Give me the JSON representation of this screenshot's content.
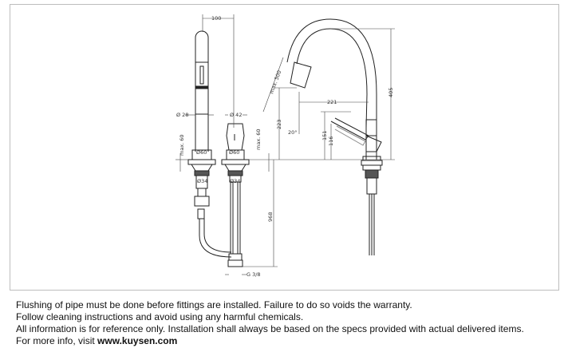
{
  "diagram": {
    "dimensions": {
      "width_100": "100",
      "dia_28": "Ø 28",
      "dia_42": "Ø 42",
      "max_60_left": "max. 60",
      "max_60_right": "max. 60",
      "dia_60_left": "Ø60",
      "dia_60_right": "Ø60",
      "dia_34_left": "Ø34",
      "dia_34_right": "Ø34",
      "hose_968": "968",
      "thread": "G 3/8",
      "max_500": "max. 500",
      "height_223": "223",
      "angle_20": "20°",
      "reach_221": "221",
      "height_151": "151",
      "height_116": "116",
      "height_405": "405"
    }
  },
  "notes": {
    "line1": "Flushing of pipe must be done before fittings are installed. Failure to do so voids the warranty.",
    "line2": "Follow cleaning instructions and avoid using any harmful chemicals.",
    "line3": "All information is for reference only. Installation shall always be based on the specs provided with actual delivered items.",
    "line4_prefix": "For more info, visit ",
    "line4_link": "www.kuysen.com"
  }
}
